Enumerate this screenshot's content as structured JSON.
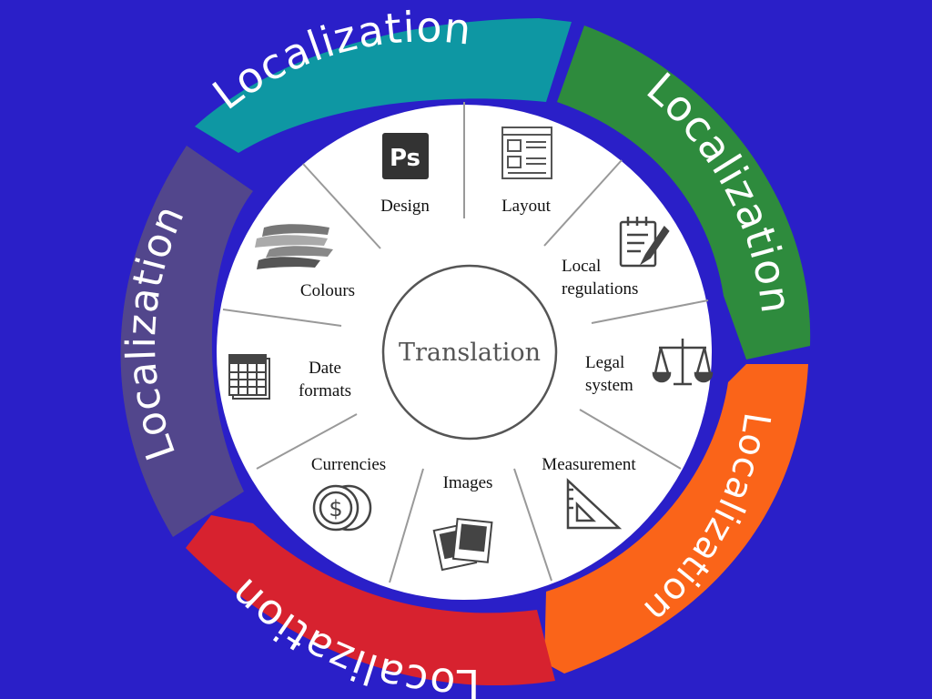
{
  "diagram": {
    "center": {
      "label": "Translation"
    },
    "ring": {
      "label": "Localization",
      "segment_colors": [
        "#0e97a3",
        "#2e8b3d",
        "#fa6419",
        "#d7222f",
        "#52468c"
      ]
    },
    "topics": [
      {
        "id": "design",
        "lines": [
          "Design"
        ],
        "icon": "photoshop-icon"
      },
      {
        "id": "layout",
        "lines": [
          "Layout"
        ],
        "icon": "layout-icon"
      },
      {
        "id": "local-regulations",
        "lines": [
          "Local",
          "regulations"
        ],
        "icon": "notepad-pen-icon"
      },
      {
        "id": "legal-system",
        "lines": [
          "Legal",
          "system"
        ],
        "icon": "scales-icon"
      },
      {
        "id": "measurement",
        "lines": [
          "Measurement"
        ],
        "icon": "set-square-icon"
      },
      {
        "id": "images",
        "lines": [
          "Images"
        ],
        "icon": "photos-icon"
      },
      {
        "id": "currencies",
        "lines": [
          "Currencies"
        ],
        "icon": "coins-icon"
      },
      {
        "id": "date-formats",
        "lines": [
          "Date",
          "formats"
        ],
        "icon": "calendar-icon"
      },
      {
        "id": "colours",
        "lines": [
          "Colours"
        ],
        "icon": "brush-strokes-icon"
      }
    ],
    "colors": {
      "background": "#2a1fc8",
      "disc": "#ffffff",
      "divider": "#999999",
      "icon": "#444444"
    }
  }
}
